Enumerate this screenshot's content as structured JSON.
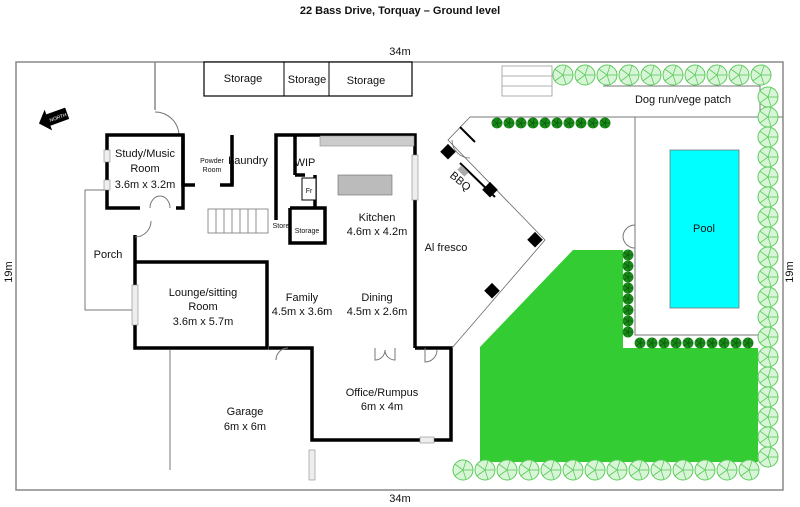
{
  "title": "22 Bass Drive, Torquay – Ground level",
  "dimensions": {
    "top": "34m",
    "bottom": "34m",
    "left": "19m",
    "right": "19m"
  },
  "north_label": "NORTH",
  "rooms": {
    "storage_1": "Storage",
    "storage_2": "Storage",
    "storage_3": "Storage",
    "study_l1": "Study/Music",
    "study_l2": "Room",
    "study_l3": "3.6m x 3.2m",
    "powder_l1": "Powder",
    "powder_l2": "Room",
    "laundry": "Laundry",
    "wip": "WIP",
    "fridge": "Fr",
    "store": "Store",
    "storage_small": "Storage",
    "kitchen_l1": "Kitchen",
    "kitchen_l2": "4.6m x 4.2m",
    "porch": "Porch",
    "lounge_l1": "Lounge/sitting",
    "lounge_l2": "Room",
    "lounge_l3": "3.6m x 5.7m",
    "family_l1": "Family",
    "family_l2": "4.5m x 3.6m",
    "dining_l1": "Dining",
    "dining_l2": "4.5m x 2.6m",
    "garage_l1": "Garage",
    "garage_l2": "6m x 6m",
    "office_l1": "Office/Rumpus",
    "office_l2": "6m x 4m",
    "alfresco": "Al fresco",
    "bbq": "BBQ",
    "dog_run": "Dog run/vege patch",
    "pool": "Pool"
  },
  "colors": {
    "lawn": "#33cc33",
    "pool": "#00ffff",
    "tree": "#5ccc5c",
    "shrub": "#1a8a1a"
  }
}
